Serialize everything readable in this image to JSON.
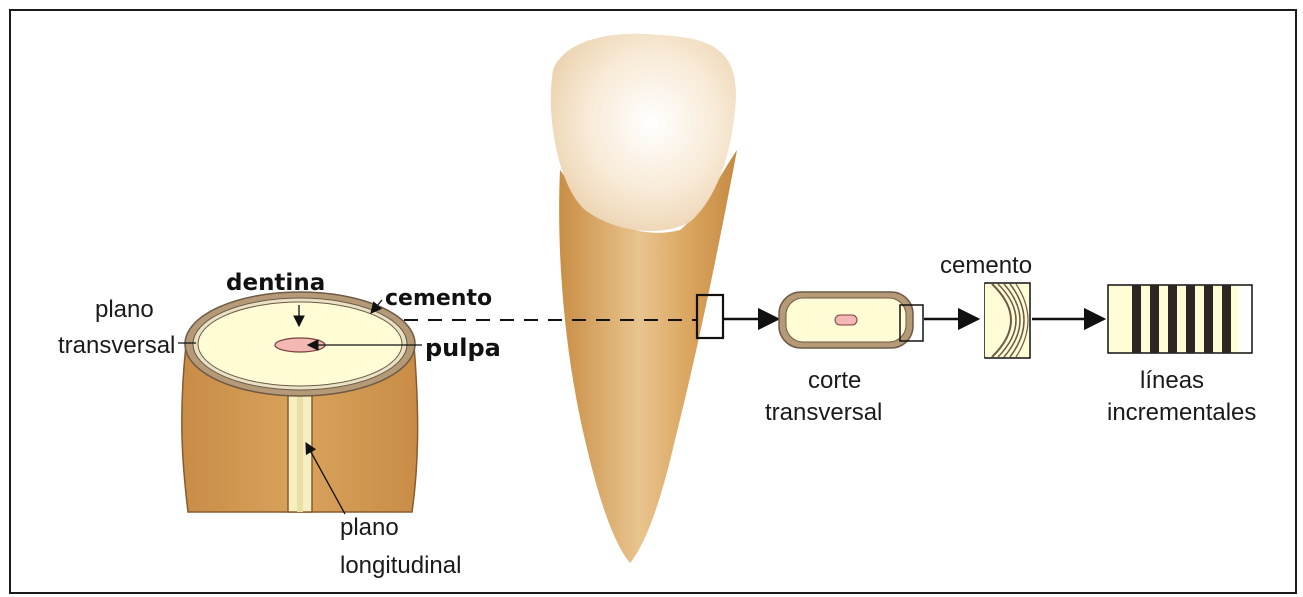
{
  "labels": {
    "dentina": "dentina",
    "cemento_left": "cemento",
    "plano_transversal_1": "plano",
    "plano_transversal_2": "transversal",
    "pulpa": "pulpa",
    "plano_longitudinal_1": "plano",
    "plano_longitudinal_2": "longitudinal",
    "corte_transversal_1": "corte",
    "corte_transversal_2": "transversal",
    "cemento_right": "cemento",
    "lineas_1": "líneas",
    "lineas_2": "incrementales"
  },
  "colors": {
    "frame": "#1a1a1a",
    "root_brown": "#d9a35c",
    "dentin_cream": "#fffcd6",
    "cement_rim": "#b59a78",
    "pulp_pink": "#f3b7b4",
    "crown_enamel": "#f7e6cf",
    "band_dark": "#2e2622"
  }
}
